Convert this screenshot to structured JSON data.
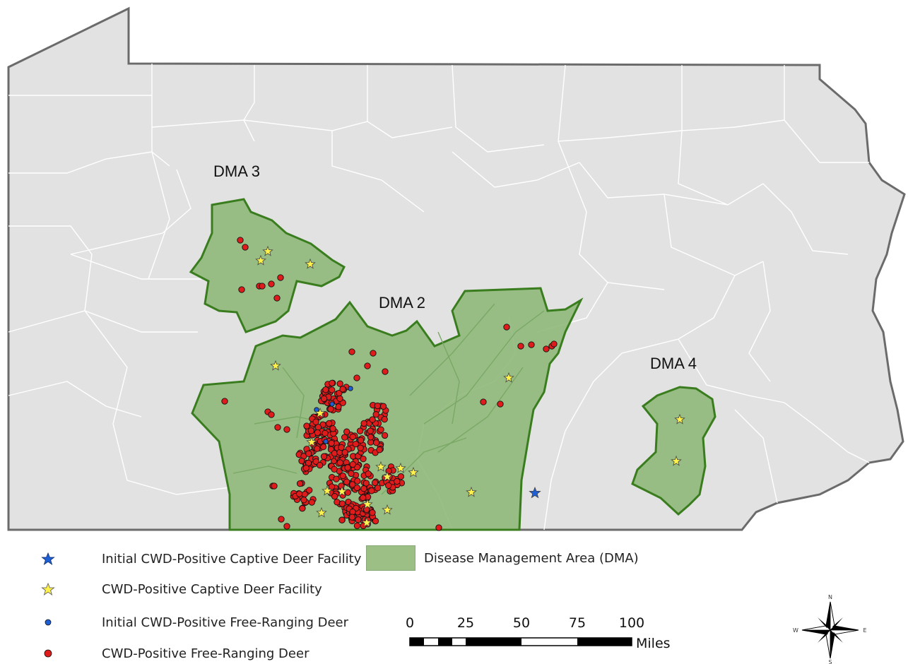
{
  "labels": {
    "dma2": "DMA 2",
    "dma3": "DMA 3",
    "dma4": "DMA 4"
  },
  "legend": {
    "initial_captive": "Initial CWD-Positive Captive Deer Facility",
    "captive": "CWD-Positive Captive Deer Facility",
    "initial_free": "Initial CWD-Positive Free-Ranging Deer",
    "free": "CWD-Positive Free-Ranging Deer",
    "dma": "Disease Management Area (DMA)"
  },
  "scale": {
    "ticks": [
      "0",
      "25",
      "50",
      "75",
      "100"
    ],
    "unit": "Miles"
  },
  "compass": {
    "n": "N",
    "s": "S",
    "e": "E",
    "w": "W"
  },
  "colors": {
    "state_fill": "#e2e2e2",
    "state_border": "#6b6b6b",
    "county_line": "#ffffff",
    "dma_fill": "#8fb97a",
    "dma_border": "#3a7d1f",
    "deer_dot": "#e01b1b",
    "initial_dot": "#1f5fd6",
    "captive_star": "#fff24a",
    "initial_star": "#1f5fd6"
  },
  "icons": {
    "captive": "star-icon",
    "free_ranging": "circle-dot-icon",
    "compass": "compass-rose-icon"
  }
}
